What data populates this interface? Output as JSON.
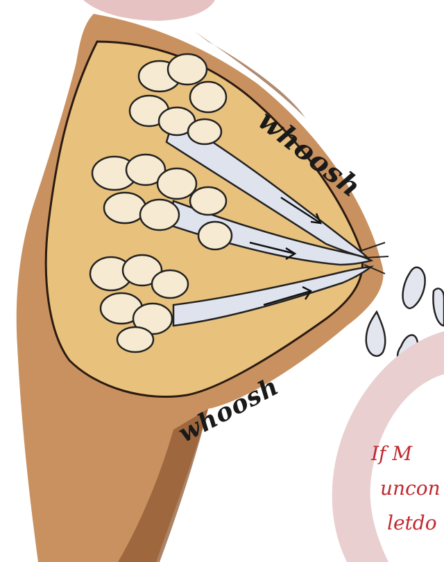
{
  "illustration": {
    "subject": "breast-letdown-illustration",
    "labels": {
      "whoosh_top": "whoosh",
      "whoosh_bottom": "whoosh"
    }
  },
  "callout": {
    "line1": "If M",
    "line2": "uncon",
    "line3": "letdo"
  },
  "colors": {
    "skin_outer": "#c9915f",
    "skin_shadow": "#8f5a33",
    "inner_tissue": "#e8c17d",
    "milk_ducts": "#dfe3ee",
    "lobules": "#f6ebd2",
    "callout_ring": "#e9cfd0",
    "callout_text": "#c0282e",
    "top_bubble": "#e6c3c2"
  }
}
